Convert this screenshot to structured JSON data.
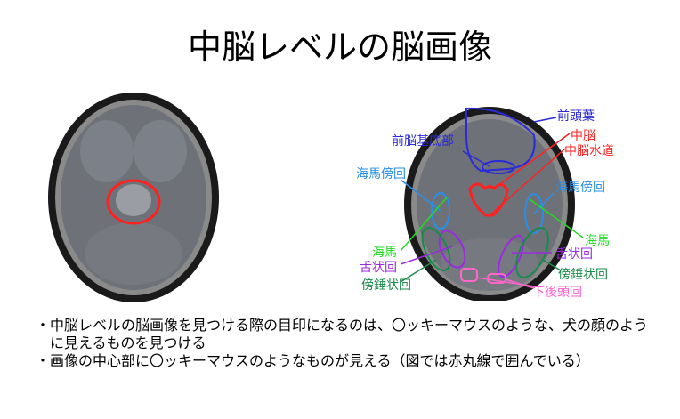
{
  "slide": {
    "title": "中脳レベルの脳画像",
    "bullets": [
      "・中脳レベルの脳画像を見つける際の目印になるのは、〇ッキーマウスのような、犬の顔のように見えるものを見つける",
      "・画像の中心部に〇ッキーマウスのようなものが見える（図では赤丸線で囲んでいる）"
    ]
  },
  "labels": {
    "frontal_lobe": "前頭葉",
    "basal_forebrain": "前脳基底部",
    "midbrain": "中脳",
    "aqueduct": "中脳水道",
    "parahippocampal_left": "海馬傍回",
    "parahippocampal_right": "海馬傍回",
    "hippocampus_left": "海馬",
    "hippocampus_right": "海馬",
    "lingual_left": "舌状回",
    "lingual_right": "舌状回",
    "fusiform_left": "傍錘状回",
    "fusiform_right": "傍錘状回",
    "inferior_occipital": "下後頭回"
  },
  "colors": {
    "frontal": "#2a2ad8",
    "midbrain": "#ff2020",
    "parahippocampal": "#2a8ee8",
    "hippocampus": "#22dd22",
    "lingual": "#9a2ae0",
    "fusiform": "#1a8a4a",
    "occipital": "#ff66cc"
  }
}
